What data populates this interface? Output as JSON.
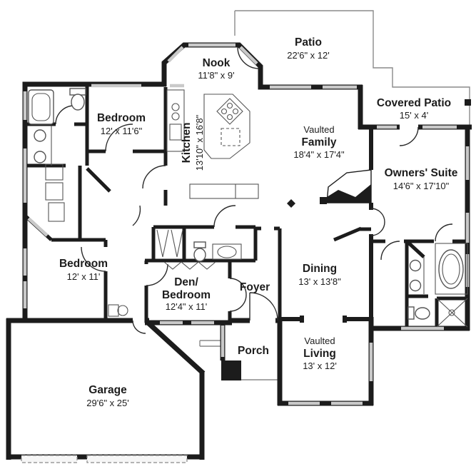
{
  "palette": {
    "wall": "#1c1c1c",
    "window": "#c9c9c9",
    "thin_line": "#8a8a8a",
    "text": "#1c1c1c",
    "background": "#ffffff"
  },
  "rooms": {
    "patio": {
      "name": "Patio",
      "dims": "22'6\" x 12'"
    },
    "nook": {
      "name": "Nook",
      "dims": "11'8\" x 9'"
    },
    "bedroom_top": {
      "name": "Bedroom",
      "dims": "12' x 11'6\""
    },
    "kitchen": {
      "name": "Kitchen",
      "dims": "13'10\" x 16'8\""
    },
    "family": {
      "prefix": "Vaulted",
      "name": "Family",
      "dims": "18'4\" x 17'4\""
    },
    "covered_patio": {
      "name": "Covered Patio",
      "dims": "15' x 4'"
    },
    "owners_suite": {
      "name": "Owners' Suite",
      "dims": "14'6\" x 17'10\""
    },
    "bedroom_left": {
      "name": "Bedroom",
      "dims": "12' x 11'"
    },
    "den": {
      "name_line1": "Den/",
      "name_line2": "Bedroom",
      "dims": "12'4\" x 11'"
    },
    "foyer": {
      "name": "Foyer"
    },
    "dining": {
      "name": "Dining",
      "dims": "13' x 13'8\""
    },
    "porch": {
      "name": "Porch"
    },
    "living": {
      "prefix": "Vaulted",
      "name": "Living",
      "dims": "13' x 12'"
    },
    "garage": {
      "name": "Garage",
      "dims": "29'6\" x 25'"
    }
  }
}
